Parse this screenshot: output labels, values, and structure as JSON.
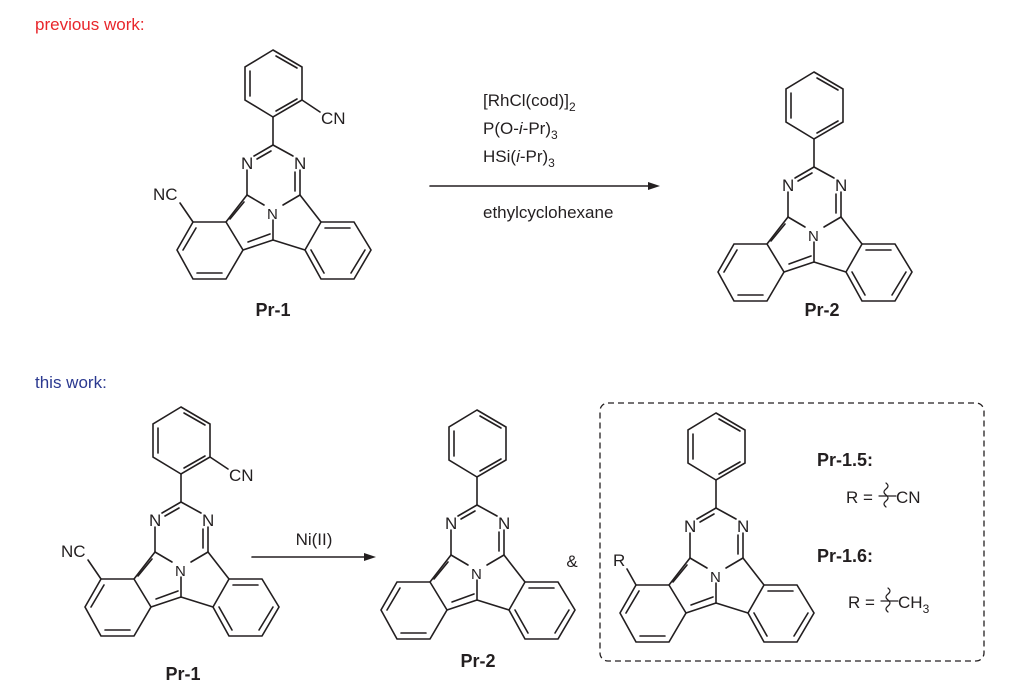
{
  "headers": {
    "previous": "previous work:",
    "current": "this work:",
    "previous_color": "#e8262b",
    "current_color": "#2b3990"
  },
  "atoms": {
    "N": "N",
    "CN": "CN",
    "NC": "NC",
    "R": "R"
  },
  "top_reaction": {
    "reactant": "Pr-1",
    "product": "Pr-2",
    "reagent1_main": "[RhCl(cod)]",
    "reagent1_sub": "2",
    "reagent2_a": "P(O-",
    "reagent2_i": "i",
    "reagent2_b": "-Pr)",
    "reagent2_sub": "3",
    "reagent3_a": "HSi(",
    "reagent3_i": "i",
    "reagent3_b": "-Pr)",
    "reagent3_sub": "3",
    "solvent": "ethylcyclohexane"
  },
  "bottom_reaction": {
    "reactant": "Pr-1",
    "product": "Pr-2",
    "reagent": "Ni(II)",
    "ampersand": "&",
    "variants": [
      {
        "name": "Pr-1.5:",
        "r_prefix": "R =",
        "r_group": "CN",
        "r_sub": ""
      },
      {
        "name": "Pr-1.6:",
        "r_prefix": "R =",
        "r_group": "CH",
        "r_sub": "3"
      }
    ]
  }
}
